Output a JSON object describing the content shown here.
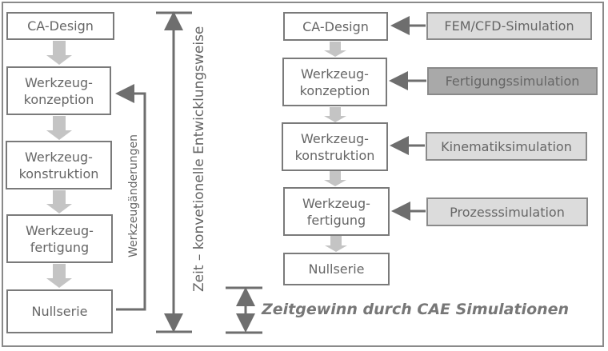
{
  "conventional": {
    "steps": [
      "CA-Design",
      "Werkzeug-\nkonzeption",
      "Werkzeug-\nkonstruktion",
      "Werkzeug-\nfertigung",
      "Nullserie"
    ],
    "feedback_label": "Werkzeugänderungen",
    "time_label": "Zeit – konvetionelle Entwicklungsweise"
  },
  "cae": {
    "steps": [
      "CA-Design",
      "Werkzeug-\nkonzeption",
      "Werkzeug-\nkonstruktion",
      "Werkzeug-\nfertigung",
      "Nullserie"
    ],
    "simulations": [
      "FEM/CFD-Simulation",
      "Fertigungssimulation",
      "Kinematiksimulation",
      "Prozesssimulation"
    ],
    "gain_label": "Zeitgewinn durch CAE Simulationen"
  },
  "colors": {
    "border": "#7a7a7a",
    "sim_fill": "#dcdcdc",
    "sim_dark": "#a9a9a9",
    "flow_arrow": "#c4c4c4",
    "line": "#6e6e6e"
  }
}
